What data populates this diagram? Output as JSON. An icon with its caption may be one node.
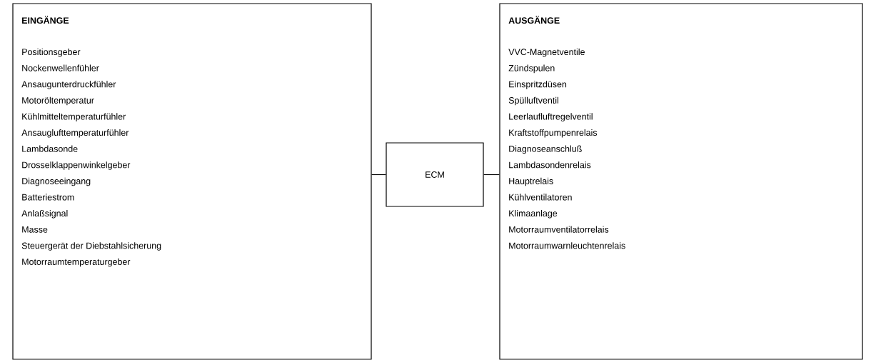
{
  "diagram": {
    "nodes": [
      {
        "text": [
          "EINGÄNGE",
          "Positionsgeber",
          "Nockenwellenfühler",
          "Ansaugunterdruckfühler",
          "Motoröltemperatur",
          "Kühlmitteltemperaturfühler",
          "Ansauglufttemperaturfühler",
          "Lambdasonde",
          "Drosselklappenwinkelgeber",
          "Diagnoseeingang",
          "Batteriestrom",
          "Anlaßsignal",
          "Masse",
          "Steuergerät der Diebstahlsicherung",
          "Motorraumtemperaturgeber"
        ]
      },
      {
        "text": [
          "ECM"
        ]
      },
      {
        "text": [
          "AUSGÄNGE",
          "VVC-Magnetventile",
          "Zündspulen",
          "Einspritzdüsen",
          "Spülluftventil",
          "Leerlaufluftregelventil",
          "Kraftstoffpumpenrelais",
          "Diagnoseanschluß",
          "Lambdasondenrelais",
          "Hauptrelais",
          "Kühlventilatoren",
          "Klimaanlage",
          "Motorraumventilatorrelais",
          "Motorraumwarnleuchtenrelais"
        ]
      }
    ],
    "edges": [
      {
        "from": 0,
        "to": 1,
        "arrow": "none"
      },
      {
        "from": 1,
        "to": 2,
        "arrow": "none"
      }
    ]
  }
}
